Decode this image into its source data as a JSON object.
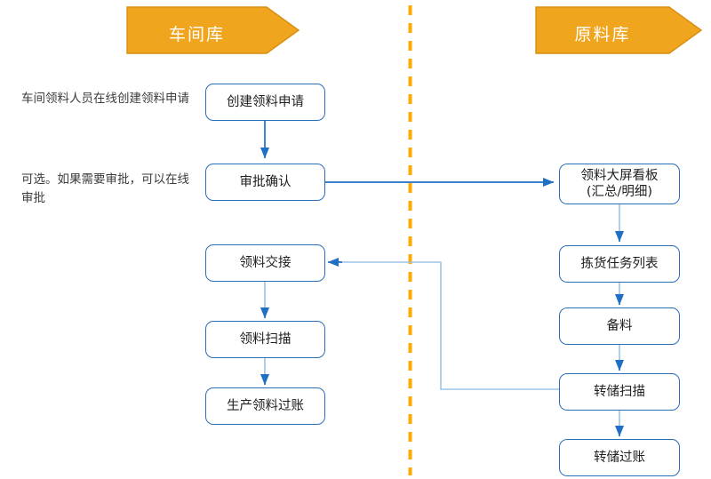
{
  "diagram": {
    "title_left_banner": "车间库",
    "title_right_banner": "原料库",
    "colors": {
      "banner_fill": "#f0a51e",
      "banner_stroke": "#d98e12",
      "divider": "#ffa800",
      "node_stroke": "#2a6ebb",
      "connector_dark": "#1f6fc4",
      "connector_light": "#9dc3e6",
      "text": "#202020"
    },
    "divider": {
      "style": "dashed-vertical",
      "color": "#ffa800"
    },
    "notes": [
      {
        "id": "note-create",
        "text": "车间领料人员在线创建领料申请"
      },
      {
        "id": "note-approve",
        "text": "可选。如果需要审批，可以在线审批"
      }
    ],
    "nodes": [
      {
        "id": "create-request",
        "line1": "创建领料申请",
        "line2": "",
        "lane": "workshop"
      },
      {
        "id": "approve-confirm",
        "line1": "审批确认",
        "line2": "",
        "lane": "workshop"
      },
      {
        "id": "material-handover",
        "line1": "领料交接",
        "line2": "",
        "lane": "workshop"
      },
      {
        "id": "material-scan",
        "line1": "领料扫描",
        "line2": "",
        "lane": "workshop"
      },
      {
        "id": "production-post",
        "line1": "生产领料过账",
        "line2": "",
        "lane": "workshop"
      },
      {
        "id": "dashboard",
        "line1": "领料大屏看板",
        "line2": "(汇总/明细)",
        "lane": "raw"
      },
      {
        "id": "picking-task",
        "line1": "拣货任务列表",
        "line2": "",
        "lane": "raw"
      },
      {
        "id": "prepare-material",
        "line1": "备料",
        "line2": "",
        "lane": "raw"
      },
      {
        "id": "transfer-scan",
        "line1": "转储扫描",
        "line2": "",
        "lane": "raw"
      },
      {
        "id": "transfer-post",
        "line1": "转储过账",
        "line2": "",
        "lane": "raw"
      }
    ],
    "edges": [
      {
        "from": "create-request",
        "to": "approve-confirm",
        "style": "dark"
      },
      {
        "from": "approve-confirm",
        "to": "dashboard",
        "style": "dark"
      },
      {
        "from": "dashboard",
        "to": "picking-task",
        "style": "light"
      },
      {
        "from": "picking-task",
        "to": "prepare-material",
        "style": "light"
      },
      {
        "from": "prepare-material",
        "to": "transfer-scan",
        "style": "light"
      },
      {
        "from": "transfer-scan",
        "to": "transfer-post",
        "style": "light"
      },
      {
        "from": "transfer-scan",
        "to": "material-handover",
        "style": "light"
      },
      {
        "from": "material-handover",
        "to": "material-scan",
        "style": "light"
      },
      {
        "from": "material-scan",
        "to": "production-post",
        "style": "light"
      }
    ]
  }
}
